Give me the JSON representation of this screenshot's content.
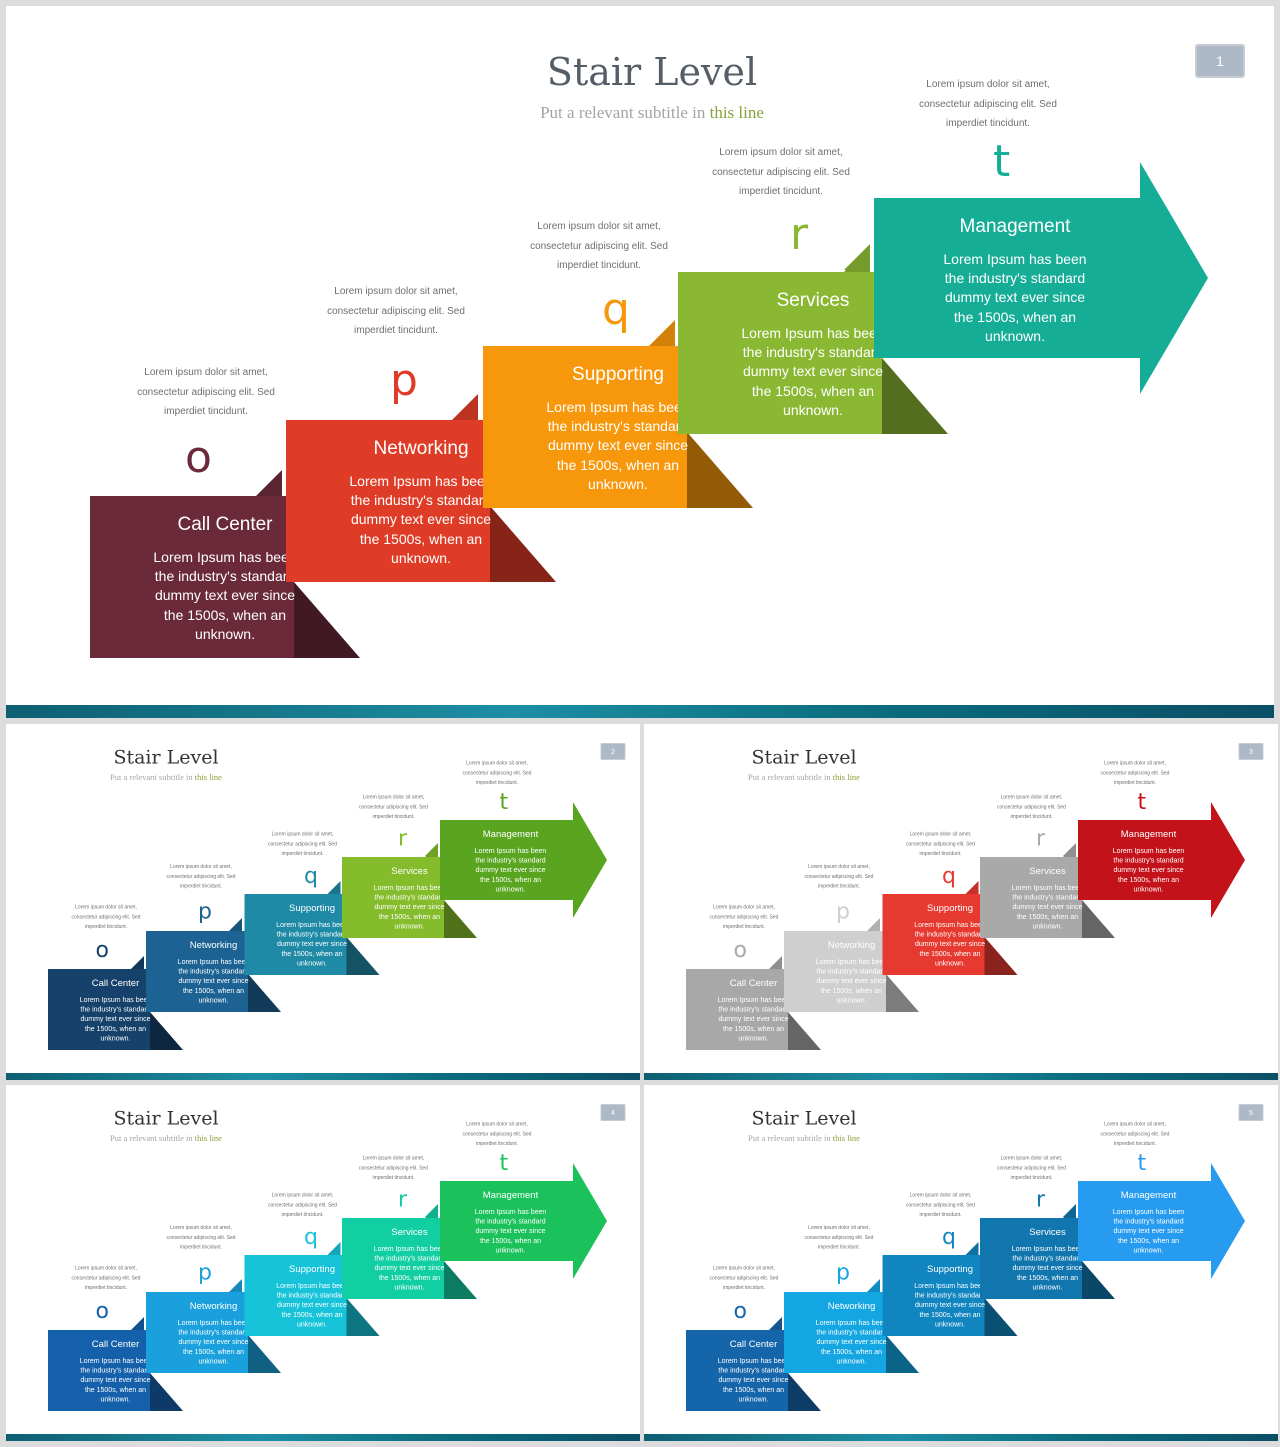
{
  "slide": {
    "title": "Stair Level",
    "subtitle_prefix": "Put a relevant subtitle in ",
    "subtitle_highlight": "this line",
    "lorem": "Lorem ipsum dolor sit amet, consectetur adipiscing elit. Sed imperdiet tincidunt.",
    "body": "Lorem Ipsum has been the industry's standard dummy text ever since the 1500s, when an unknown.",
    "steps": [
      {
        "letter": "o",
        "heading": "Call Center"
      },
      {
        "letter": "p",
        "heading": "Networking"
      },
      {
        "letter": "q",
        "heading": "Supporting"
      },
      {
        "letter": "r",
        "heading": "Services"
      },
      {
        "letter": "t",
        "heading": "Management"
      }
    ]
  },
  "slides": [
    {
      "page": "1",
      "colors": [
        "#6a2a3a",
        "#de3c27",
        "#f7980c",
        "#8ab833",
        "#16ad96"
      ]
    },
    {
      "page": "2",
      "colors": [
        "#15416a",
        "#1c6393",
        "#1f8aa5",
        "#84bc2c",
        "#59a520"
      ]
    },
    {
      "page": "3",
      "colors": [
        "#a8a8a8",
        "#cfcfcf",
        "#e63a31",
        "#a9a9a9",
        "#c4121a"
      ]
    },
    {
      "page": "4",
      "colors": [
        "#1560aa",
        "#1aa0dc",
        "#16c3d8",
        "#12cfa3",
        "#1bc25c"
      ]
    },
    {
      "page": "5",
      "colors": [
        "#1565ab",
        "#13a6e2",
        "#1185c0",
        "#1176ad",
        "#279bef"
      ]
    }
  ]
}
